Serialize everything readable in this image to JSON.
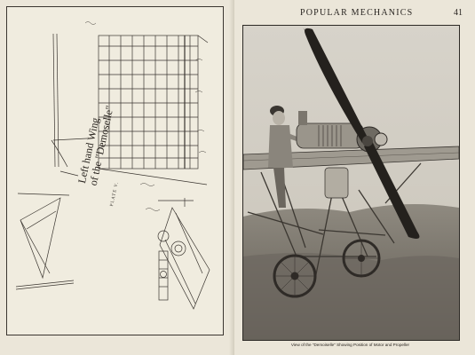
{
  "header": {
    "title": "POPULAR MECHANICS",
    "page_number": "41"
  },
  "plate": {
    "title_line1": "Left hand Wing",
    "title_line2": "of the \"Demoselle\"",
    "plate_number": "PLATE V."
  },
  "photo": {
    "caption": "View of the \"Demoiselle\" Showing Position of Motor and Propeller"
  }
}
